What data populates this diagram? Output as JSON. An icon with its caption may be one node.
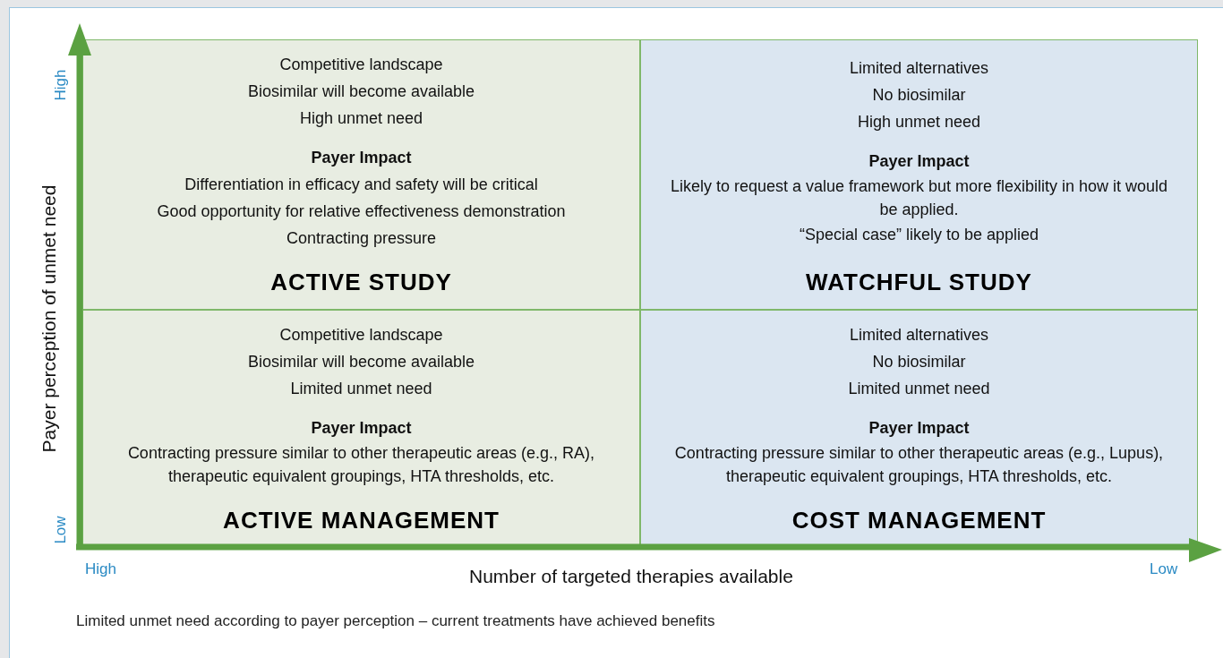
{
  "diagram": {
    "caption": "Limited unmet need according to payer perception – current treatments have achieved benefits",
    "nodes": [
      {
        "text": [
          "Competitive landscape",
          "Biosimilar will become available",
          "High unmet need",
          "Payer Impact",
          "Differentiation in efficacy and safety will be critical",
          "Good opportunity for relative effectiveness demonstration",
          "Contracting pressure",
          "ACTIVE STUDY"
        ]
      },
      {
        "text": [
          "Limited alternatives",
          "No biosimilar",
          "High unmet need",
          "Payer Impact",
          "Likely to request a value framework but more flexibility in how it would be applied.",
          "“Special case” likely to be applied",
          "WATCHFUL STUDY"
        ]
      },
      {
        "text": [
          "Competitive landscape",
          "Biosimilar will become available",
          "Limited unmet need",
          "Payer  Impact",
          "Contracting pressure similar to other therapeutic areas (e.g., RA), therapeutic equivalent groupings, HTA thresholds, etc.",
          "ACTIVE MANAGEMENT"
        ]
      },
      {
        "text": [
          "Limited alternatives",
          "No biosimilar",
          "Limited unmet need",
          "Payer Impact",
          "Contracting pressure similar to other therapeutic areas (e.g., Lupus), therapeutic equivalent groupings, HTA thresholds, etc.",
          "COST MANAGEMENT"
        ]
      }
    ],
    "edges": [],
    "labels": [
      "High",
      "Payer perception of unmet need",
      "Low",
      "High",
      "Number of targeted therapies available",
      "Low"
    ]
  }
}
